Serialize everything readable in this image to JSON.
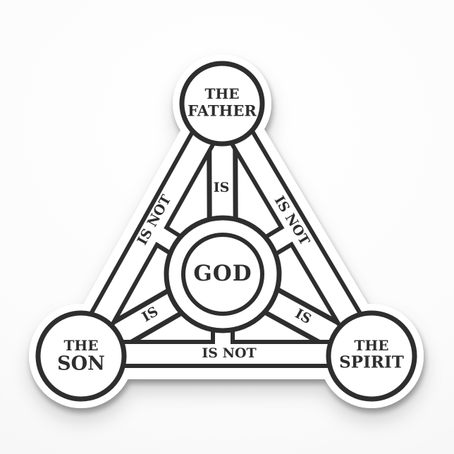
{
  "diagram": {
    "center": {
      "label": "GOD"
    },
    "nodes": {
      "father": {
        "line1": "THE",
        "line2": "FATHER"
      },
      "son": {
        "line1": "THE",
        "line2": "SON"
      },
      "spirit": {
        "line1": "THE",
        "line2": "SPIRIT"
      }
    },
    "relations": {
      "father_god": "IS",
      "son_god": "IS",
      "spirit_god": "IS",
      "father_son": "IS NOT",
      "father_spirit": "IS NOT",
      "son_spirit": "IS NOT"
    }
  },
  "colors": {
    "ink": "#2e2e2e",
    "sticker_white": "#ffffff",
    "backdrop": "#f6f6f6"
  }
}
